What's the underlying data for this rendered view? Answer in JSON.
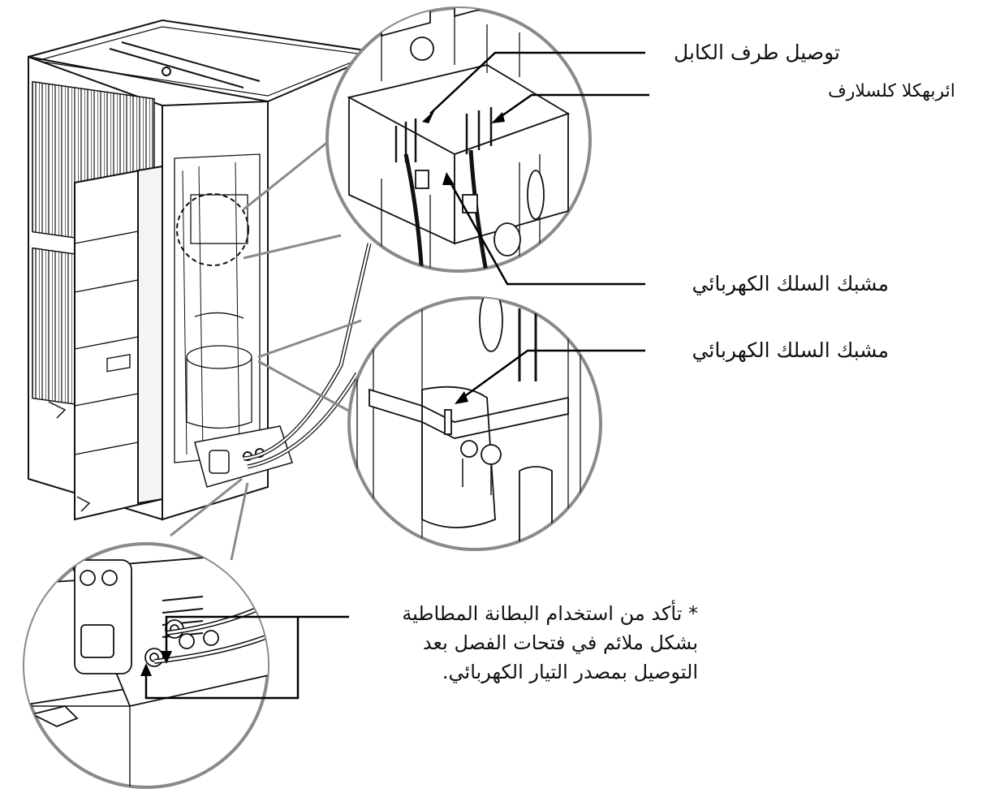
{
  "labels": {
    "cable_terminal": "توصيل طرف الكابل",
    "power_wire_glitched": "ائربهكلا كلسلارف",
    "wire_clamp_1": "مشبك السلك الكهربائي",
    "wire_clamp_2": "مشبك السلك الكهربائي"
  },
  "note": {
    "line1": "* تأكد من استخدام البطانة المطاطية",
    "line2": "بشكل ملائم في فتحات الفصل بعد",
    "line3": "التوصيل بمصدر التيار الكهربائي."
  },
  "colors": {
    "ink": "#111111",
    "callout_gray": "#8a8a8a",
    "paper": "#ffffff"
  }
}
